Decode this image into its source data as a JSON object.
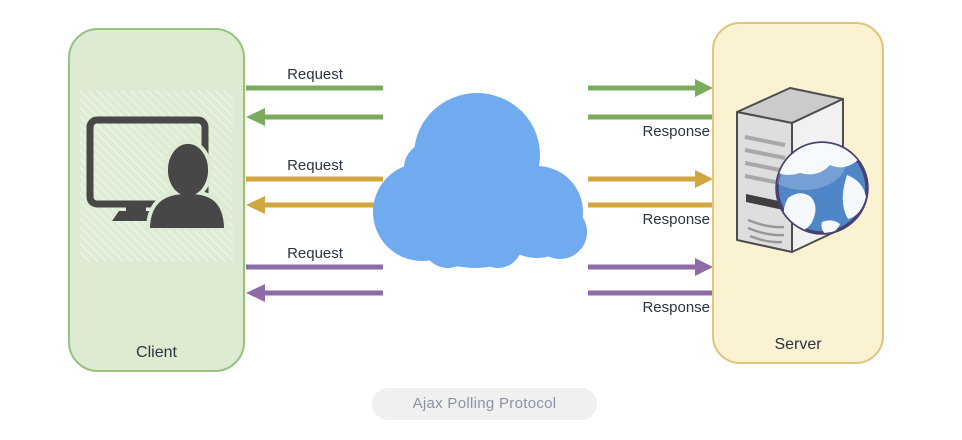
{
  "title_badge": {
    "label": "Ajax Polling Protocol"
  },
  "client": {
    "label": "Client",
    "icon": "monitor-user-icon"
  },
  "server": {
    "label": "Server",
    "icon": "server-globe-icon"
  },
  "network": {
    "icon": "cloud-icon"
  },
  "exchanges": [
    {
      "request_label": "Request",
      "response_label": "Response",
      "color_name": "green",
      "color": "#7AAB5E"
    },
    {
      "request_label": "Request",
      "response_label": "Response",
      "color_name": "gold",
      "color": "#D0A63F"
    },
    {
      "request_label": "Request",
      "response_label": "Response",
      "color_name": "purple",
      "color": "#8E6CA8"
    }
  ],
  "colors": {
    "green": "#7AAB5E",
    "gold": "#D0A63F",
    "purple": "#8E6CA8",
    "cloud": "#70ABEF",
    "client_fill": "#DDEBD3",
    "client_border": "#97C27E",
    "server_fill": "#FBF2D2",
    "server_border": "#DFC47C",
    "label_text": "#2A3442",
    "badge_bg": "#F0F0F0",
    "badge_text": "#8B93A3"
  }
}
